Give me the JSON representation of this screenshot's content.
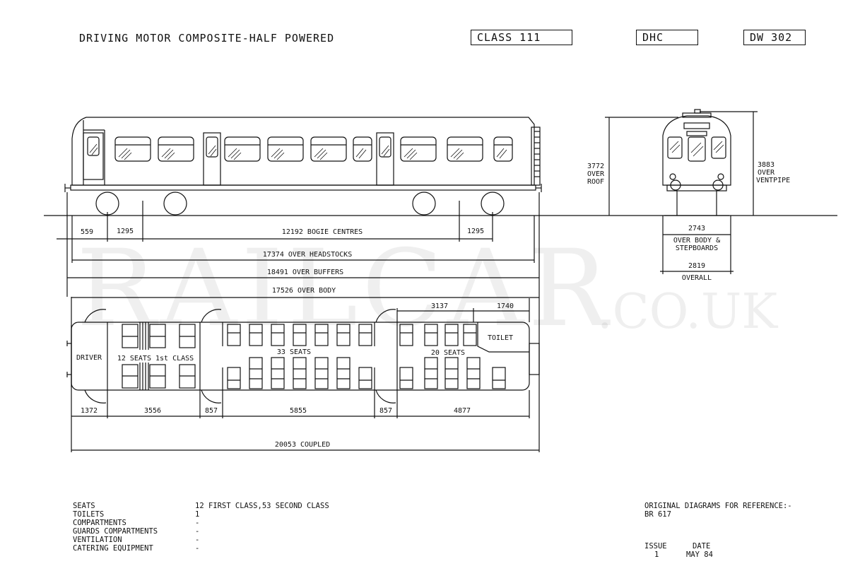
{
  "header": {
    "title": "DRIVING MOTOR COMPOSITE-HALF POWERED",
    "class_label": "CLASS 111",
    "type_code": "DHC",
    "diagram_no": "DW 302"
  },
  "watermark": {
    "main": "RAILCAR",
    "suffix": ".CO.UK"
  },
  "elevation_dims": {
    "d559": "559",
    "d1295_left": "1295",
    "bogie_centres": "12192 BOGIE CENTRES",
    "d1295_right": "1295",
    "over_headstocks": "17374 OVER HEADSTOCKS",
    "over_buffers": "18491 OVER BUFFERS",
    "over_body": "17526 OVER BODY"
  },
  "end_view": {
    "roof_value": "3772",
    "roof_l1": "OVER",
    "roof_l2": "ROOF",
    "vent_value": "3883",
    "vent_l1": "OVER",
    "vent_l2": "VENTPIPE",
    "width_body": "2743",
    "width_body_l1": "OVER BODY &",
    "width_body_l2": "STEPBOARDS",
    "width_overall": "2819",
    "width_overall_l1": "OVERALL"
  },
  "plan": {
    "driver": "DRIVER",
    "first_class": "12 SEATS 1st CLASS",
    "seats_33": "33 SEATS",
    "seats_20": "20 SEATS",
    "toilet": "TOILET",
    "d3137": "3137",
    "d1740": "1740",
    "d1372": "1372",
    "d3556": "3556",
    "d857a": "857",
    "d5855": "5855",
    "d857b": "857",
    "d4877": "4877",
    "coupled": "20053 COUPLED"
  },
  "specs": {
    "labels": [
      "SEATS",
      "TOILETS",
      "COMPARTMENTS",
      "GUARDS COMPARTMENTS",
      "VENTILATION",
      "CATERING EQUIPMENT"
    ],
    "values": [
      "12 FIRST CLASS,53 SECOND CLASS",
      "1",
      "-",
      "-",
      "-",
      "-"
    ]
  },
  "reference": {
    "line1": "ORIGINAL DIAGRAMS FOR REFERENCE:-",
    "line2": "BR 617",
    "issue_label": "ISSUE",
    "date_label": "DATE",
    "issue_value": "1",
    "date_value": "MAY 84"
  }
}
